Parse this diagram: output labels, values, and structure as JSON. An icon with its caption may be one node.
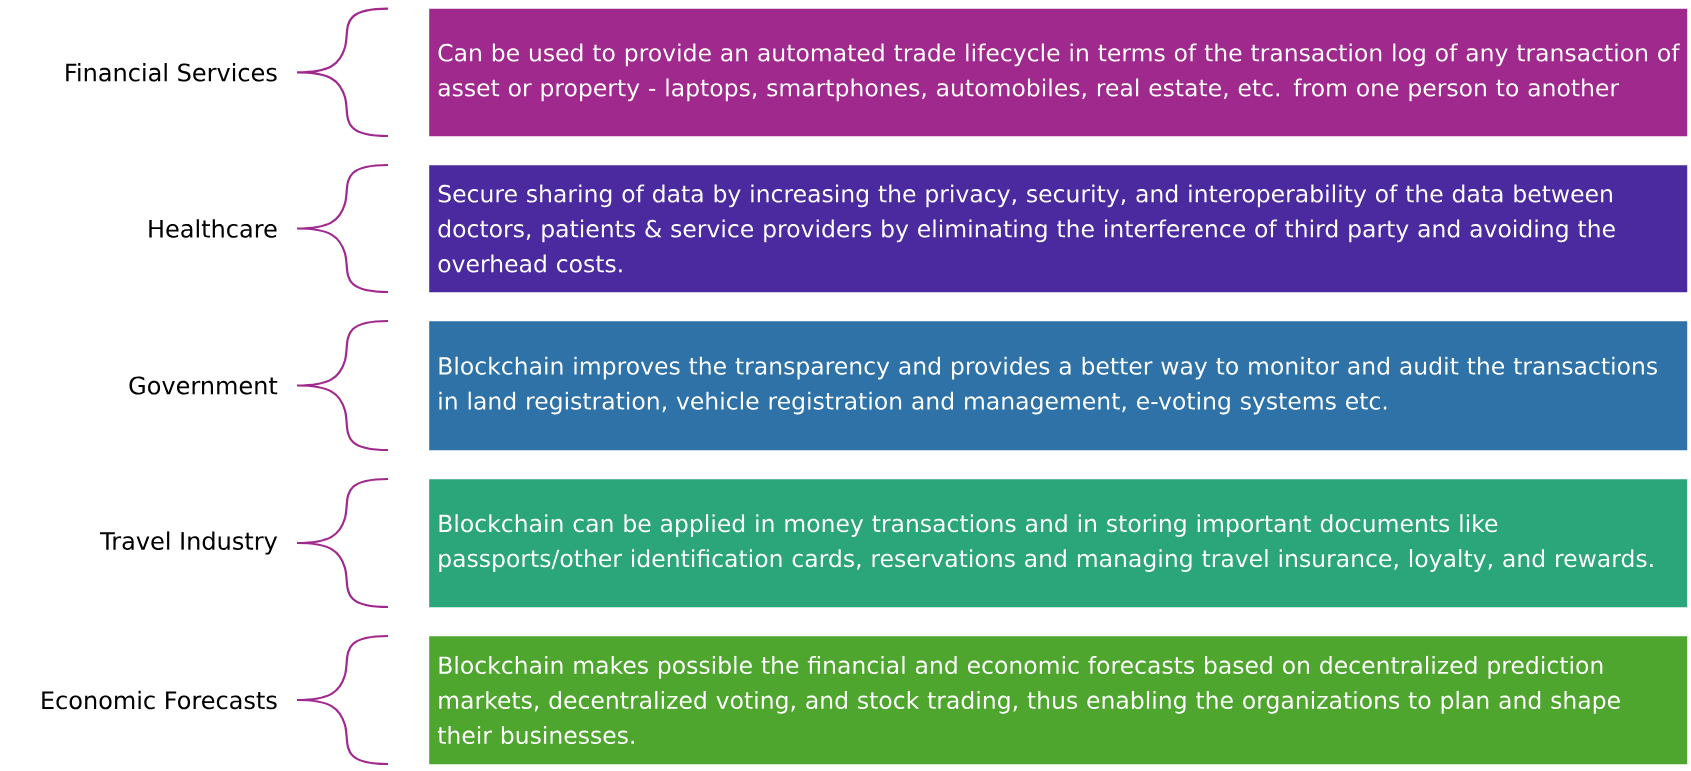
{
  "diagram": {
    "nodes": [
      {
        "text": [
          "Can be used to provide an automated trade lifecycle in terms of the transaction log of any transaction of asset or property - laptops, smartphones, automobiles, real estate, etc. from one person to another"
        ]
      },
      {
        "text": [
          "Secure sharing of data by increasing the privacy, security, and interoperability of the data between doctors, patients & service providers by eliminating the interference of third party and avoiding the overhead costs."
        ]
      },
      {
        "text": [
          "Blockchain improves the transparency and provides a better way to monitor and audit the transactions in land registration, vehicle registration and management, e-voting systems etc."
        ]
      },
      {
        "text": [
          "Blockchain can be applied in money transactions and in storing important documents like passports/other identification cards, reservations and managing travel insurance, loyalty, and rewards."
        ]
      },
      {
        "text": [
          "Blockchain makes possible the financial and economic forecasts based on decentralized prediction markets, decentralized voting, and stock trading, thus enabling the organizations to plan and shape their businesses."
        ]
      }
    ],
    "labels": [
      "Financial Services",
      "Healthcare",
      "Government",
      "Travel Industry",
      "Economic Forecasts"
    ]
  }
}
